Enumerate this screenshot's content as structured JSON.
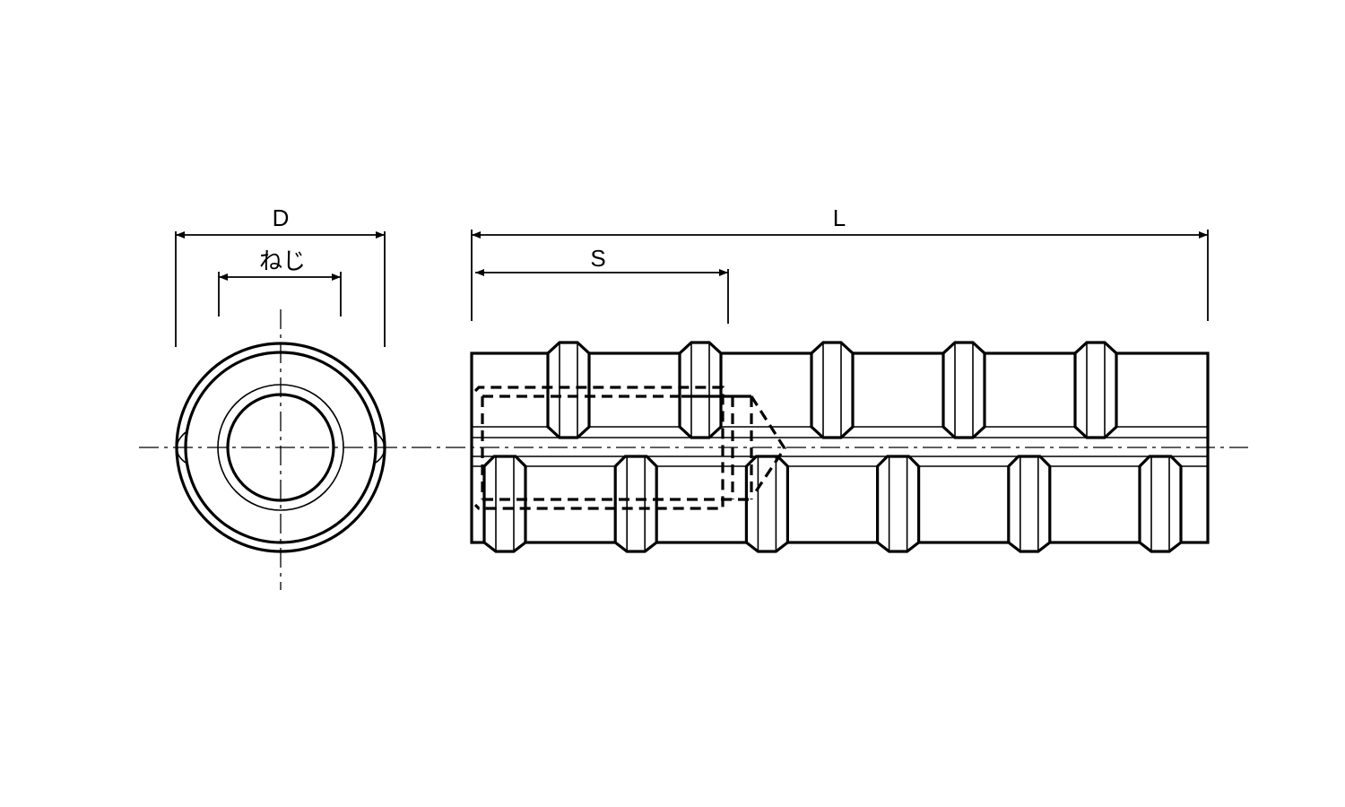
{
  "dimensions": {
    "outer_diameter": "D",
    "thread": "ねじ",
    "length": "L",
    "thread_depth": "S"
  },
  "views": [
    "end-view",
    "side-view"
  ],
  "side_view": {
    "top_rib_count": 5,
    "bottom_rib_count": 6
  }
}
